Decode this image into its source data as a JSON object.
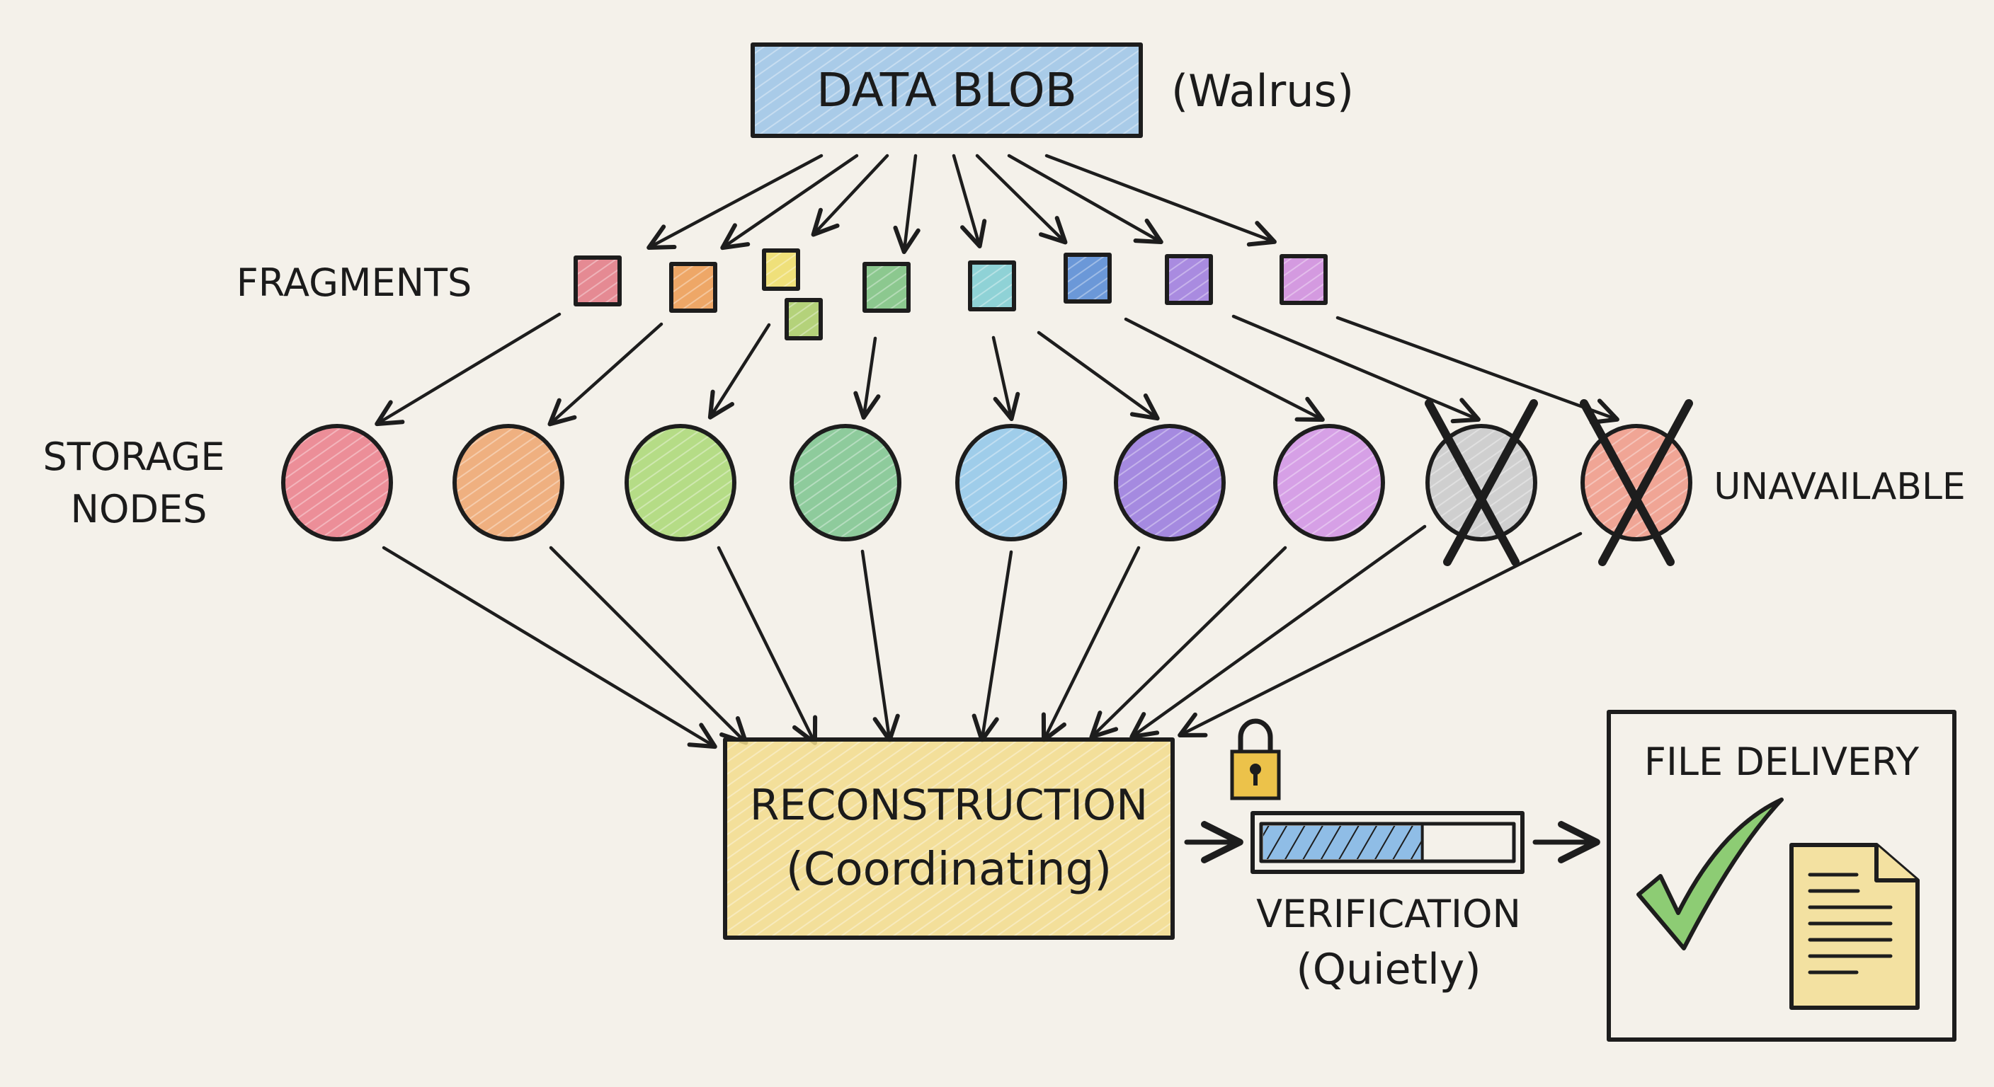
{
  "diagram": {
    "title": "Walrus erasure-coded storage and reconstruction flow",
    "data_blob": {
      "label": "DATA BLOB",
      "note": "(Walrus)",
      "color": "#a9cbe8"
    },
    "fragments": {
      "label": "FRAGMENTS",
      "items": [
        {
          "name": "fragment-red",
          "color": "#e58a93"
        },
        {
          "name": "fragment-orange",
          "color": "#eea767"
        },
        {
          "name": "fragment-yellow",
          "color": "#efe07a"
        },
        {
          "name": "fragment-yellow-green",
          "color": "#b4d27a"
        },
        {
          "name": "fragment-green",
          "color": "#8cc88f"
        },
        {
          "name": "fragment-teal",
          "color": "#8fd2d6"
        },
        {
          "name": "fragment-blue",
          "color": "#6b98d8"
        },
        {
          "name": "fragment-purple",
          "color": "#a98be0"
        },
        {
          "name": "fragment-violet",
          "color": "#d49ae0"
        }
      ]
    },
    "storage_nodes": {
      "label_line1": "STORAGE",
      "label_line2": "NODES",
      "unavailable_label": "UNAVAILABLE",
      "items": [
        {
          "name": "node-red",
          "color": "#ec8e98",
          "available": true
        },
        {
          "name": "node-orange",
          "color": "#efb080",
          "available": true
        },
        {
          "name": "node-lime",
          "color": "#b5dc86",
          "available": true
        },
        {
          "name": "node-green",
          "color": "#8ecb9c",
          "available": true
        },
        {
          "name": "node-blue",
          "color": "#9fcdea",
          "available": true
        },
        {
          "name": "node-purple",
          "color": "#a58ae0",
          "available": true
        },
        {
          "name": "node-violet",
          "color": "#d6a0e6",
          "available": true
        },
        {
          "name": "node-gray",
          "color": "#cfcfcf",
          "available": false
        },
        {
          "name": "node-salmon",
          "color": "#f0a595",
          "available": false
        }
      ]
    },
    "reconstruction": {
      "line1": "RECONSTRUCTION",
      "line2": "(Coordinating)",
      "color": "#f2dc8c"
    },
    "verification": {
      "line1": "VERIFICATION",
      "line2": "(Quietly)",
      "progress_fraction": 0.64,
      "fill_color": "#8fbde6",
      "lock_color": "#ecc24a"
    },
    "file_delivery": {
      "label": "FILE DELIVERY",
      "check_color": "#8dcc74",
      "document_color": "#f3e1a1",
      "document_lines": 7
    }
  }
}
